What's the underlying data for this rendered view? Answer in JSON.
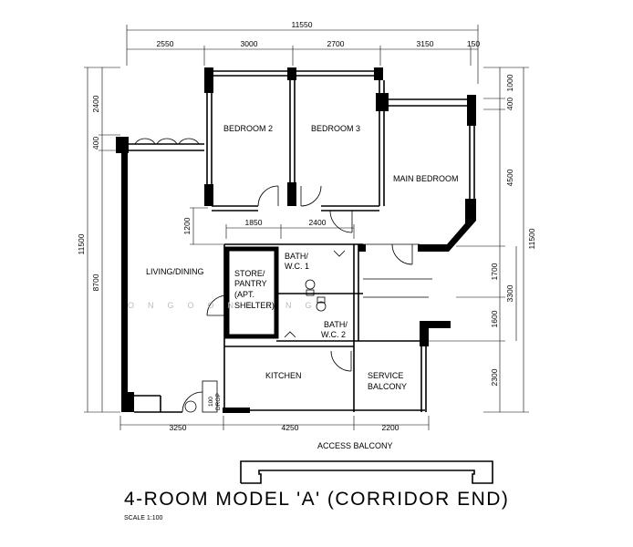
{
  "title": "4-ROOM MODEL 'A' (CORRIDOR END)",
  "scale": "SCALE 1:100",
  "rooms": {
    "bedroom2": "BEDROOM 2",
    "bedroom3": "BEDROOM 3",
    "main_bedroom": "MAIN BEDROOM",
    "living_dining": "LIVING/DINING",
    "store_1": "STORE/",
    "store_2": "PANTRY",
    "store_3": "(APT.",
    "store_4": "SHELTER)",
    "bath1_1": "BATH/",
    "bath1_2": "W.C. 1",
    "bath2_1": "BATH/",
    "bath2_2": "W.C. 2",
    "kitchen": "KITCHEN",
    "service_1": "SERVICE",
    "service_2": "BALCONY",
    "access_balcony": "ACCESS BALCONY",
    "refuse_chute_1": "100",
    "refuse_chute_2": "DROP"
  },
  "dimensions": {
    "overall_width": "11550",
    "top": [
      "2550",
      "3000",
      "2700",
      "3150",
      "150"
    ],
    "bottom": [
      "3250",
      "4250",
      "2200"
    ],
    "inner": [
      "1850",
      "2400"
    ],
    "left_outer": "11500",
    "left": [
      "2400",
      "400",
      "8700"
    ],
    "left_inner": "1200",
    "right_outer": "11500",
    "right": [
      "1000",
      "400",
      "4500",
      "1700",
      "1600",
      "2300"
    ],
    "right_inner": "3300"
  },
  "watermark": "ONGOONSENG"
}
